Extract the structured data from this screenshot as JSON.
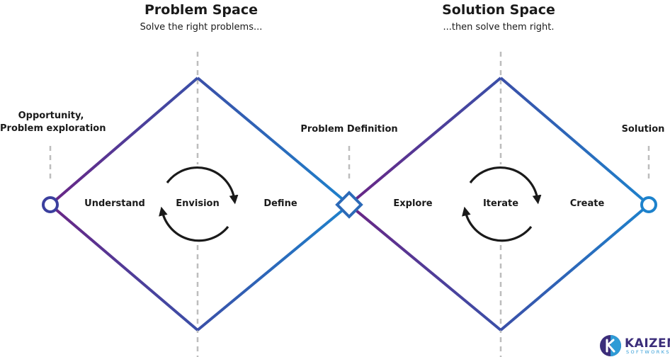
{
  "problem_space": {
    "title": "Problem Space",
    "subtitle": "Solve the right problems...",
    "stages": [
      "Understand",
      "Envision",
      "Define"
    ]
  },
  "solution_space": {
    "title": "Solution Space",
    "subtitle": "...then solve them right.",
    "stages": [
      "Explore",
      "Iterate",
      "Create"
    ]
  },
  "milestones": {
    "start_line1": "Opportunity,",
    "start_line2": "Problem exploration",
    "middle": "Problem Definition",
    "end": "Solution"
  },
  "colors": {
    "purple": "#5b2a86",
    "blue": "#1f7fc8",
    "dashed": "#bdbdbd",
    "cycle": "#1a1a1a"
  },
  "logo": {
    "word": "KAIZEN",
    "sub": "SOFTWORKS"
  }
}
